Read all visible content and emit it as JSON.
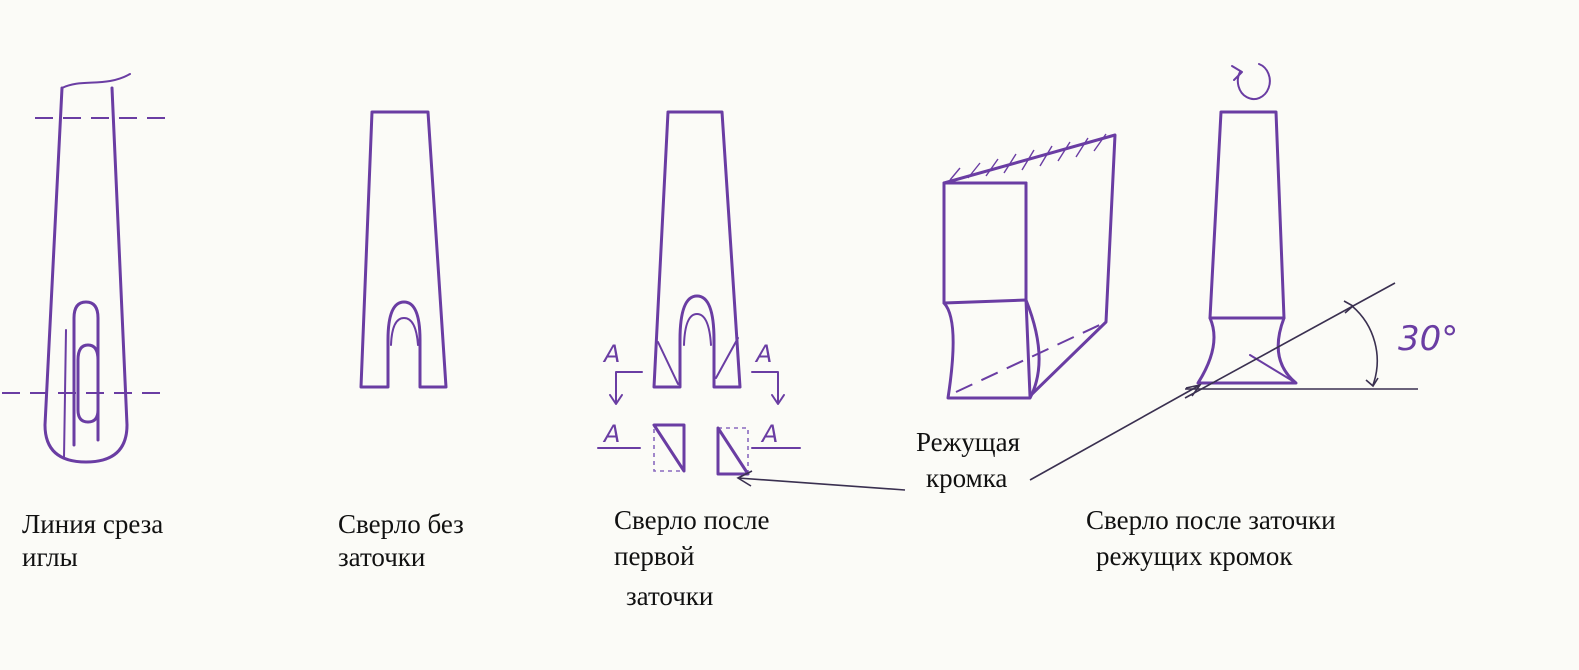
{
  "colors": {
    "ink": "#6a3da3",
    "text": "#111111",
    "paper": "#fbfbf7"
  },
  "captions": {
    "needle_cut_line": "Линия среза\nиглы",
    "drill_unsharpened": "Сверло без\nзаточки",
    "drill_first_sharpening_line1": "Сверло после",
    "drill_first_sharpening_line2": "первой",
    "drill_first_sharpening_line3": "заточки",
    "drill_edges_sharpened_line1": "Сверло после заточки",
    "drill_edges_sharpened_line2": "режущих кромок",
    "cutting_edge_line1": "Режущая",
    "cutting_edge_line2": "кромка"
  },
  "annotations": {
    "section_mark": "А",
    "angle": "30°"
  },
  "icons": {
    "rotation": "rotation-arrow-icon"
  }
}
